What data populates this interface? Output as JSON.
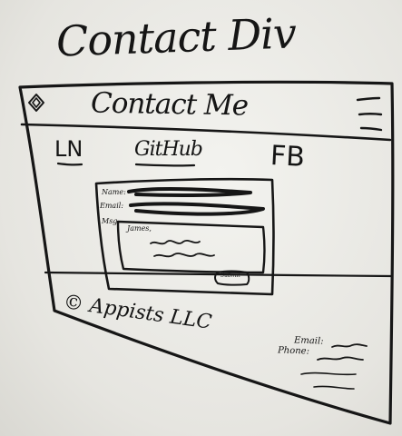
{
  "board": {
    "title": "Contact Div"
  },
  "window": {
    "title": "Contact Me",
    "logo_icon": "diamond-logo-icon",
    "menu_icon": "hamburger-menu-icon"
  },
  "nav": {
    "links": [
      {
        "label": "LN"
      },
      {
        "label": "GitHub"
      },
      {
        "label": "FB"
      }
    ]
  },
  "form": {
    "name_label": "Name:",
    "email_label": "Email:",
    "message_label": "Msg",
    "message_text": "James,",
    "submit_label": "Submit"
  },
  "footer": {
    "copyright": "© Appists LLC",
    "email_label": "Email:",
    "phone_label": "Phone:"
  }
}
